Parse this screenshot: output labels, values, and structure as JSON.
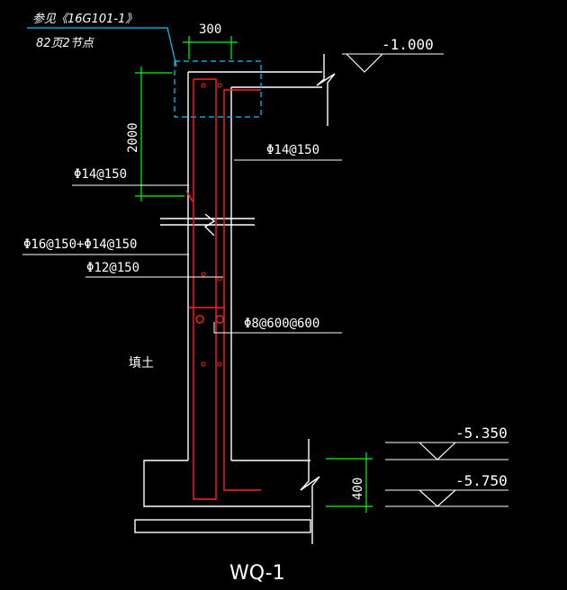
{
  "drawing": {
    "title": "WQ-1",
    "note_line1": "参见《16G101-1》",
    "note_line2": "82页2节点",
    "dim_top_width": "300",
    "dim_vertical_height": "2000",
    "dim_footing": "400",
    "elev_top": "-1.000",
    "elev_mid": "-5.350",
    "elev_bottom": "-5.750",
    "rebar_outer_top": "Φ14@150",
    "rebar_inner_top": "Φ14@150",
    "rebar_outer_lower": "Φ16@150+Φ14@150",
    "rebar_horizontal": "Φ12@150",
    "rebar_tie": "Φ8@600@600",
    "fill_label": "填土"
  },
  "colors": {
    "background": "#000000",
    "outline": "#ffffff",
    "rebar": "#ff2020",
    "dimension": "#00ff00",
    "hidden": "#00c8ff"
  }
}
